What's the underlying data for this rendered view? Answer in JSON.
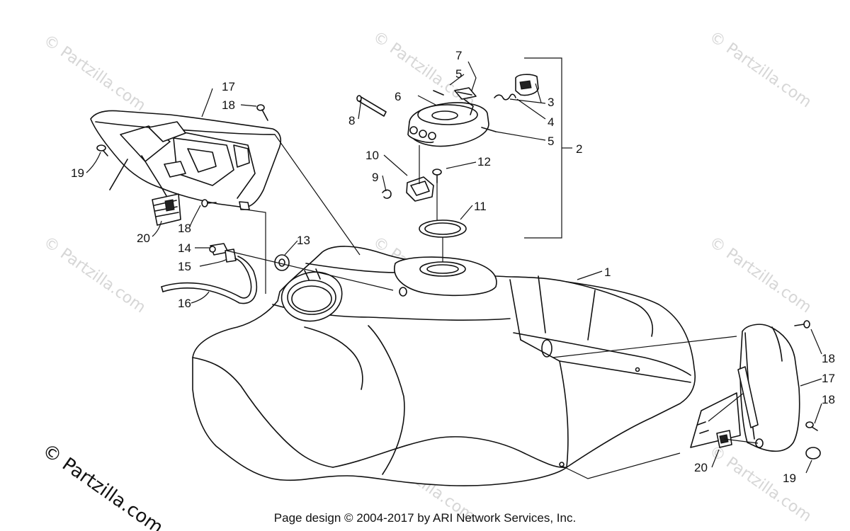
{
  "watermark": {
    "text": "© Partzilla.com",
    "corner_text": "© Partzilla.com"
  },
  "callouts": {
    "c1": "1",
    "c2": "2",
    "c3": "3",
    "c4": "4",
    "c5a": "5",
    "c5b": "5",
    "c6": "6",
    "c7": "7",
    "c8": "8",
    "c9": "9",
    "c10": "10",
    "c11": "11",
    "c12": "12",
    "c13": "13",
    "c14": "14",
    "c15": "15",
    "c16": "16",
    "c17a": "17",
    "c17b": "17",
    "c18a": "18",
    "c18b": "18",
    "c18c": "18",
    "c18d": "18",
    "c19a": "19",
    "c19b": "19",
    "c20a": "20",
    "c20b": "20"
  },
  "footer": {
    "copyright": "Page design © 2004-2017 by ARI Network Services, Inc."
  }
}
